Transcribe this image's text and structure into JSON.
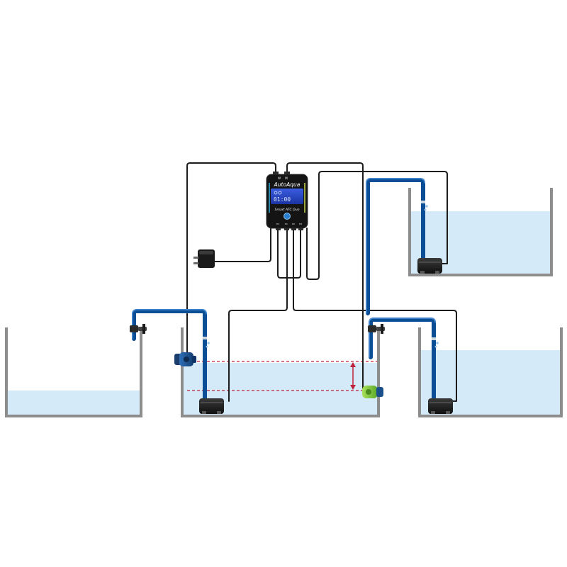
{
  "controller": {
    "brand": "AutoAqua",
    "model": "Smart ATC Duo",
    "display_time": "01:00",
    "top_port_labels": [
      "W",
      "M"
    ],
    "bottom_port_labels": [
      "P1",
      "P1",
      "P2",
      "P3"
    ]
  },
  "colors": {
    "water": "#d4eaf8",
    "pipe": "#0c4e96",
    "wire": "#1c1c1c",
    "tank_wall": "#8d8d8d",
    "level_marker": "#c0213a",
    "controller_body": "#141414",
    "controller_screen": "#2747c9",
    "float_sensor": "#7cc63a",
    "optical_sensor": "#1b4f8c"
  },
  "icons": {
    "power_adapter": "power-adapter-icon",
    "pump": "pump-icon",
    "sensor": "sensor-icon",
    "valve": "valve-icon",
    "drip": "water-drop-icon"
  }
}
